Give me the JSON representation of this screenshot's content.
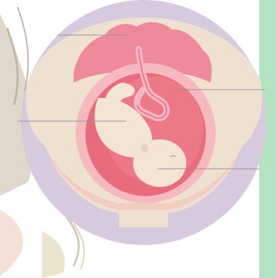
{
  "colors": {
    "page_background": "#ffffff",
    "side_panel": "#b3e3c0",
    "top_marker": "#e8141c",
    "outer_circle": "#d8cade",
    "body_tissue": "#efe1d0",
    "placenta": "#ef8a9a",
    "amniotic_sac": "#f7b9c0",
    "amniotic_fluid": "#e86b7e",
    "fetus": "#f3e4d4",
    "umbilical_cord": "#f4b8c2",
    "leader_line": "#9a8f96"
  },
  "diagram": {
    "parts": [
      {
        "id": "placenta",
        "icon": "placenta-shape"
      },
      {
        "id": "umbilical-cord",
        "icon": "cord-shape"
      },
      {
        "id": "amniotic-sac",
        "icon": "sac-shape"
      },
      {
        "id": "fetus",
        "icon": "fetus-shape"
      }
    ],
    "leaders": [
      {
        "id": "placenta-leader"
      },
      {
        "id": "cord-leader"
      },
      {
        "id": "sac-leader"
      },
      {
        "id": "fetus-leader"
      }
    ]
  }
}
